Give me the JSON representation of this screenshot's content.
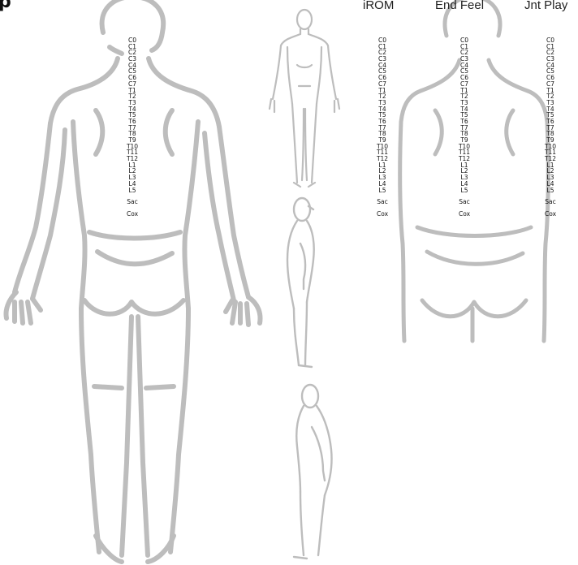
{
  "title_fragment": "p",
  "columns": [
    {
      "heading": "iROM"
    },
    {
      "heading": "End Feel"
    },
    {
      "heading": "Jnt Play"
    }
  ],
  "segments": [
    "C0",
    "C1",
    "C2",
    "C3",
    "C4",
    "C5",
    "C6",
    "C7",
    "T1",
    "T2",
    "T3",
    "T4",
    "T5",
    "T6",
    "T7",
    "T8",
    "T9",
    "T10",
    "T11",
    "T12",
    "L1",
    "L2",
    "L3",
    "L4",
    "L5",
    "Sac",
    "Cox"
  ],
  "figures": [
    "posterior-body-large",
    "anterior-body-small",
    "lateral-body-right",
    "lateral-body-left",
    "posterior-trunk"
  ]
}
